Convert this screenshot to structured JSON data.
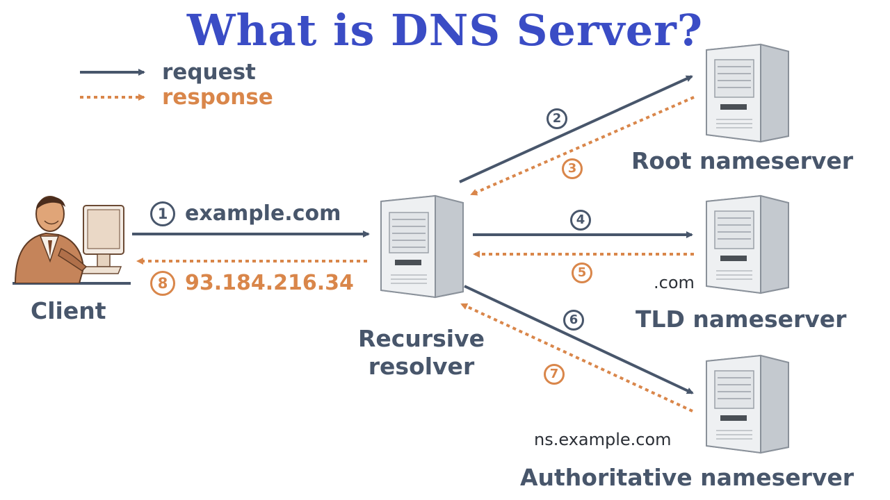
{
  "title": "What is DNS Server?",
  "legend": {
    "request": "request",
    "response": "response"
  },
  "nodes": {
    "client": "Client",
    "resolver_line1": "Recursive",
    "resolver_line2": "resolver",
    "root": "Root nameserver",
    "tld": "TLD nameserver",
    "tld_domain": ".com",
    "authoritative": "Authoritative nameserver",
    "authoritative_domain": "ns.example.com"
  },
  "query": "example.com",
  "answer": "93.184.216.34",
  "steps": [
    "1",
    "2",
    "3",
    "4",
    "5",
    "6",
    "7",
    "8"
  ],
  "colors": {
    "title": "#3a4cc5",
    "request": "#48566b",
    "response": "#d9864a",
    "text": "#48566b"
  },
  "icons": {
    "server": "server-icon",
    "client": "person-at-computer-icon"
  }
}
